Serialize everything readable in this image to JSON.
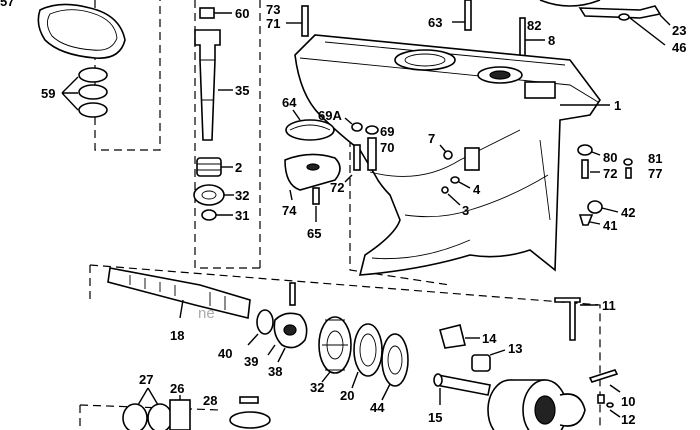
{
  "callouts": [
    {
      "id": "c57",
      "text": "57"
    },
    {
      "id": "c59",
      "text": "59"
    },
    {
      "id": "c60",
      "text": "60"
    },
    {
      "id": "c35",
      "text": "35"
    },
    {
      "id": "c2",
      "text": "2"
    },
    {
      "id": "c32a",
      "text": "32"
    },
    {
      "id": "c31",
      "text": "31"
    },
    {
      "id": "c73",
      "text": "73"
    },
    {
      "id": "c71",
      "text": "71"
    },
    {
      "id": "c63",
      "text": "63"
    },
    {
      "id": "c82",
      "text": "82"
    },
    {
      "id": "c8",
      "text": "8"
    },
    {
      "id": "c23",
      "text": "23"
    },
    {
      "id": "c46",
      "text": "46"
    },
    {
      "id": "c1",
      "text": "1"
    },
    {
      "id": "c64",
      "text": "64"
    },
    {
      "id": "c69a",
      "text": "69A"
    },
    {
      "id": "c69",
      "text": "69"
    },
    {
      "id": "c70",
      "text": "70"
    },
    {
      "id": "c7",
      "text": "7"
    },
    {
      "id": "c72a",
      "text": "72"
    },
    {
      "id": "c74",
      "text": "74"
    },
    {
      "id": "c65",
      "text": "65"
    },
    {
      "id": "c4",
      "text": "4"
    },
    {
      "id": "c3",
      "text": "3"
    },
    {
      "id": "c80",
      "text": "80"
    },
    {
      "id": "c81",
      "text": "81"
    },
    {
      "id": "c72b",
      "text": "72"
    },
    {
      "id": "c77",
      "text": "77"
    },
    {
      "id": "c42",
      "text": "42"
    },
    {
      "id": "c41",
      "text": "41"
    },
    {
      "id": "c11",
      "text": "11"
    },
    {
      "id": "c18",
      "text": "18"
    },
    {
      "id": "c40",
      "text": "40"
    },
    {
      "id": "c39",
      "text": "39"
    },
    {
      "id": "c38",
      "text": "38"
    },
    {
      "id": "c32b",
      "text": "32"
    },
    {
      "id": "c20",
      "text": "20"
    },
    {
      "id": "c44",
      "text": "44"
    },
    {
      "id": "c14",
      "text": "14"
    },
    {
      "id": "c13",
      "text": "13"
    },
    {
      "id": "c15",
      "text": "15"
    },
    {
      "id": "c10",
      "text": "10"
    },
    {
      "id": "c12",
      "text": "12"
    },
    {
      "id": "c27",
      "text": "27"
    },
    {
      "id": "c26",
      "text": "26"
    },
    {
      "id": "c28",
      "text": "28"
    }
  ],
  "watermark": "ne"
}
